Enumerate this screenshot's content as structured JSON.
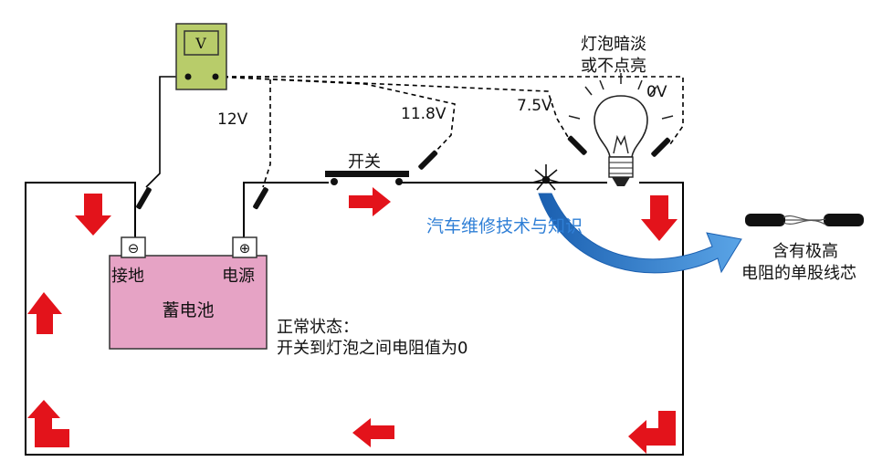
{
  "voltmeter": {
    "display": "V"
  },
  "probes": {
    "p12": "12V",
    "p118": "11.8V",
    "p75": "7.5V",
    "p0": "0V"
  },
  "bulb_note": {
    "line1": "灯泡暗淡",
    "line2": "或不点亮"
  },
  "switch_label": "开关",
  "watermark": "汽车维修技术与知识",
  "battery": {
    "name": "蓄电池",
    "ground": "接地",
    "power": "电源",
    "neg": "⊖",
    "pos": "⊕"
  },
  "normal_note": {
    "line1": "正常状态：",
    "line2": "开关到灯泡之间电阻值为0"
  },
  "wire_note": {
    "line1": "含有极高",
    "line2": "电阻的单股线芯"
  },
  "colors": {
    "arrow": "#e3131b",
    "battery_fill": "#e6a3c5",
    "meter_fill": "#b8cc6a",
    "curve_blue": "#1c6fc4",
    "wire": "#000000"
  }
}
